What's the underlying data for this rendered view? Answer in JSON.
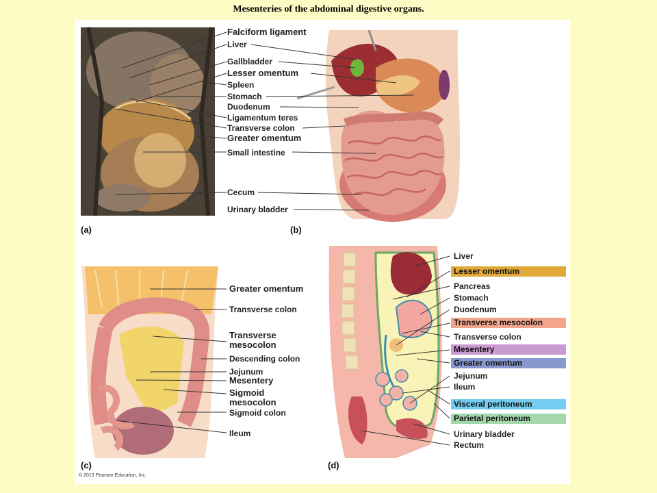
{
  "title": "Mesenteries of the abdominal digestive organs.",
  "copyright": "© 2013 Pearson Education, Inc.",
  "panels": {
    "a": "(a)",
    "b": "(b)",
    "c": "(c)",
    "d": "(d)"
  },
  "labels_ab": {
    "falciform": "Falciform ligament",
    "liver": "Liver",
    "gallbladder": "Gallbladder",
    "lesser_omentum": "Lesser omentum",
    "spleen": "Spleen",
    "stomach": "Stomach",
    "duodenum": "Duodenum",
    "ligamentum_teres": "Ligamentum teres",
    "transverse_colon": "Transverse colon",
    "greater_omentum": "Greater omentum",
    "small_intestine": "Small intestine",
    "cecum": "Cecum",
    "urinary_bladder": "Urinary bladder"
  },
  "labels_c": {
    "greater_omentum": "Greater omentum",
    "transverse_colon": "Transverse colon",
    "transverse_mesocolon_1": "Transverse",
    "transverse_mesocolon_2": "mesocolon",
    "descending_colon": "Descending colon",
    "jejunum": "Jejunum",
    "mesentery": "Mesentery",
    "sigmoid_mesocolon_1": "Sigmoid",
    "sigmoid_mesocolon_2": "mesocolon",
    "sigmoid_colon": "Sigmoid colon",
    "ileum": "Ileum"
  },
  "labels_d": {
    "liver": "Liver",
    "lesser_omentum": "Lesser omentum",
    "pancreas": "Pancreas",
    "stomach": "Stomach",
    "duodenum": "Duodenum",
    "transverse_mesocolon": "Transverse mesocolon",
    "transverse_colon": "Transverse colon",
    "mesentery": "Mesentery",
    "greater_omentum": "Greater omentum",
    "jejunum": "Jejunum",
    "ileum": "Ileum",
    "visceral_peritoneum": "Visceral peritoneum",
    "parietal_peritoneum": "Parietal peritoneum",
    "urinary_bladder": "Urinary bladder",
    "rectum": "Rectum"
  },
  "tag_colors": {
    "lesser_omentum": "#e0a93a",
    "transverse_mesocolon": "#f2a58c",
    "mesentery": "#cc9ad2",
    "greater_omentum": "#8799cf",
    "visceral_peritoneum": "#74cdf0",
    "parietal_peritoneum": "#a5d7ad"
  }
}
